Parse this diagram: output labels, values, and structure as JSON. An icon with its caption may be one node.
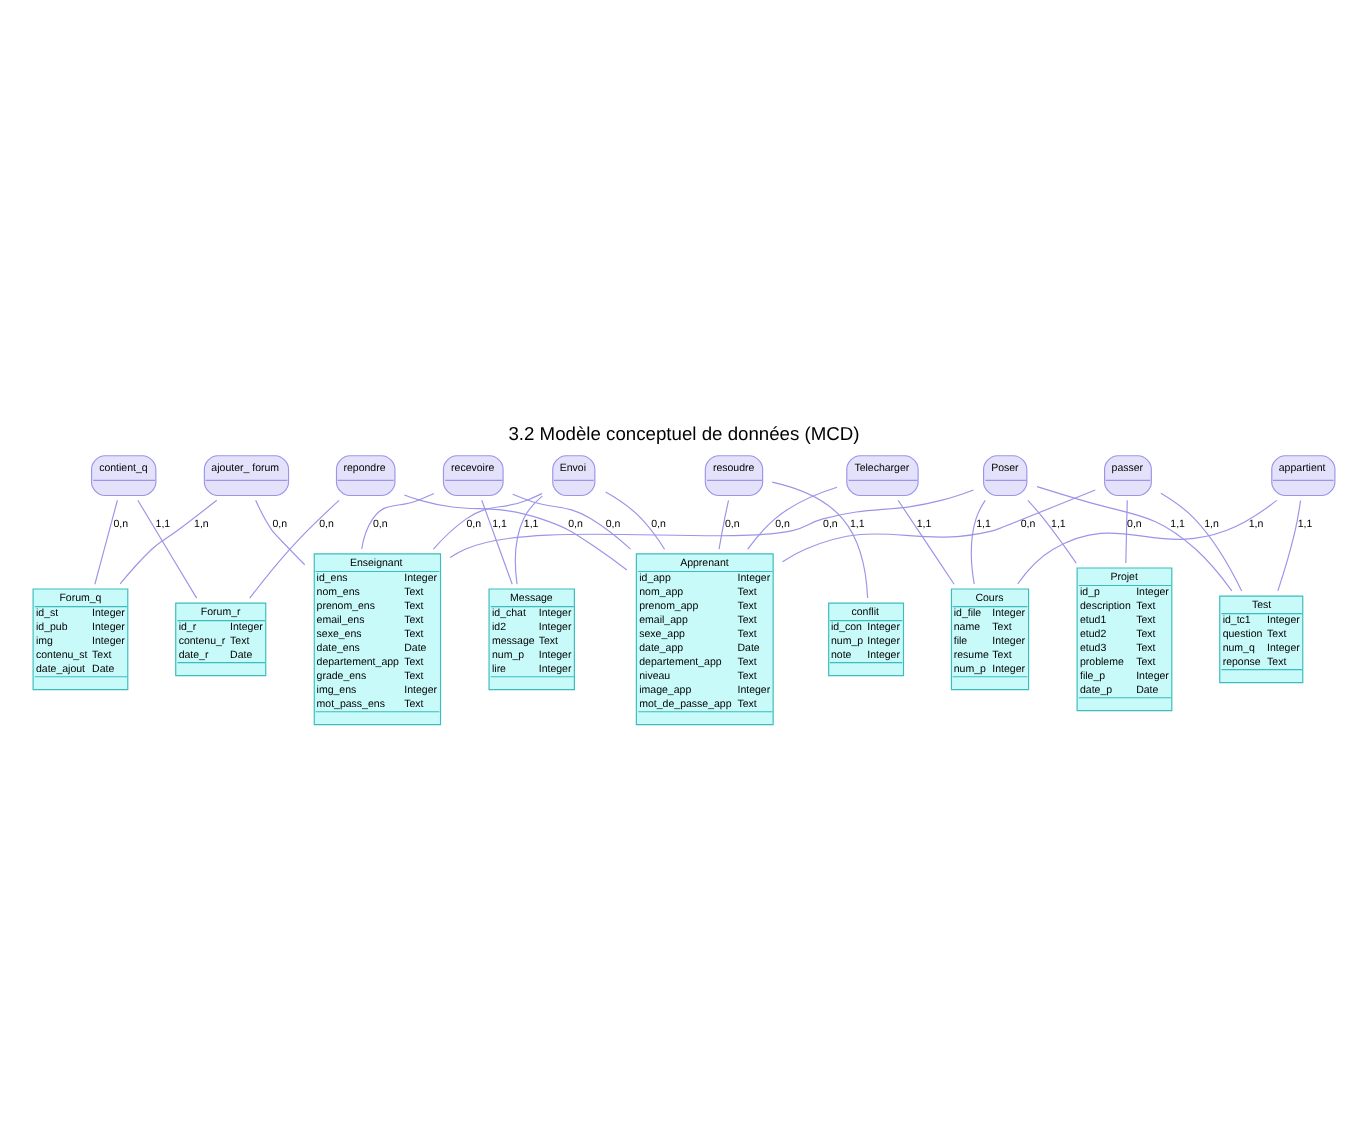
{
  "diagram": {
    "title": "3.2 Modèle conceptuel de données (MCD)",
    "nodes": [
      {
        "text": [
          "Forum_r",
          "id_r",
          "Integer",
          "contenu_r",
          "Text",
          "date_r",
          "Date"
        ]
      },
      {
        "text": [
          "Forum_q",
          "id_st",
          "Integer",
          "id_pub",
          "Integer",
          "img",
          "Integer",
          "contenu_st",
          "Text",
          "date_ajout",
          "Date"
        ]
      },
      {
        "text": [
          "contient_q"
        ]
      },
      {
        "text": [
          "ajouter_ forum"
        ]
      },
      {
        "text": [
          "repondre"
        ]
      },
      {
        "text": [
          "Apprenant",
          "id_app",
          "Integer",
          "nom_app",
          "Text",
          "prenom_app",
          "Text",
          "email_app",
          "Text",
          "sexe_app",
          "Text",
          "date_app",
          "Date",
          "departement_app",
          "Text",
          "niveau",
          "Text",
          "image_app",
          "Integer",
          "mot_de_passe_app",
          "Text"
        ]
      },
      {
        "text": [
          "Envoi"
        ]
      },
      {
        "text": [
          "Enseignant",
          "id_ens",
          "Integer",
          "nom_ens",
          "Text",
          "prenom_ens",
          "Text",
          "email_ens",
          "Text",
          "sexe_ens",
          "Text",
          "date_ens",
          "Date",
          "departement_app",
          "Text",
          "grade_ens",
          "Text",
          "img_ens",
          "Integer",
          "mot_pass_ens",
          "Text"
        ]
      },
      {
        "text": [
          "conflit",
          "id_con",
          "Integer",
          "num_p",
          "Integer",
          "note",
          "Integer"
        ]
      },
      {
        "text": [
          "resoudre"
        ]
      },
      {
        "text": [
          "Message",
          "id_chat",
          "Integer",
          "id2",
          "Integer",
          "message",
          "Text",
          "num_p",
          "Integer",
          "lire",
          "Integer"
        ]
      },
      {
        "text": [
          "Telecharger"
        ]
      },
      {
        "text": [
          "passer"
        ]
      },
      {
        "text": [
          "recevoire"
        ]
      },
      {
        "text": [
          "Poser"
        ]
      },
      {
        "text": [
          "Test",
          "id_tc1",
          "Integer",
          "question",
          "Text",
          "num_q",
          "Integer",
          "reponse",
          "Text"
        ]
      },
      {
        "text": [
          "Projet",
          "id_p",
          "Integer",
          "description",
          "Text",
          "etud1",
          "Text",
          "etud2",
          "Text",
          "etud3",
          "Text",
          "probleme",
          "Text",
          "file_p",
          "Integer",
          "date_p",
          "Date"
        ]
      },
      {
        "text": [
          "Cours",
          "id_file",
          "Integer",
          "name",
          "Text",
          "file",
          "Integer",
          "resume",
          "Text",
          "num_p",
          "Integer"
        ]
      },
      {
        "text": [
          "appartient"
        ]
      }
    ],
    "edges": [
      {
        "from": 4,
        "to": 0,
        "arrow": "none",
        "label": "0,n"
      },
      {
        "from": 4,
        "to": 5,
        "arrow": "none",
        "label": "0,n"
      },
      {
        "from": 2,
        "to": 0,
        "arrow": "none",
        "label": "1,1"
      },
      {
        "from": 2,
        "to": 1,
        "arrow": "none",
        "label": "0,n"
      },
      {
        "from": 3,
        "to": 1,
        "arrow": "none",
        "label": "1,n"
      },
      {
        "from": 3,
        "to": 7,
        "arrow": "none",
        "label": "0,n"
      },
      {
        "from": 6,
        "to": 5,
        "arrow": "none",
        "label": "0,n"
      },
      {
        "from": 6,
        "to": 7,
        "arrow": "none",
        "label": "0,n"
      },
      {
        "from": 6,
        "to": 10,
        "arrow": "none",
        "label": "1,1"
      },
      {
        "from": 9,
        "to": 8,
        "arrow": "none",
        "label": "1,1"
      },
      {
        "from": 9,
        "to": 5,
        "arrow": "none",
        "label": "0,n"
      },
      {
        "from": 11,
        "to": 5,
        "arrow": "none",
        "label": "0,n"
      },
      {
        "from": 11,
        "to": 17,
        "arrow": "none",
        "label": "1,1"
      },
      {
        "from": 12,
        "to": 5,
        "arrow": "none",
        "label": "0,n"
      },
      {
        "from": 12,
        "to": 15,
        "arrow": "none",
        "label": "1,n"
      },
      {
        "from": 12,
        "to": 16,
        "arrow": "none",
        "label": "0,n"
      },
      {
        "from": 13,
        "to": 10,
        "arrow": "none",
        "label": "1,1"
      },
      {
        "from": 13,
        "to": 5,
        "arrow": "none",
        "label": "0,n"
      },
      {
        "from": 13,
        "to": 7,
        "arrow": "none",
        "label": "0,n"
      },
      {
        "from": 14,
        "to": 7,
        "arrow": "none",
        "label": "0,n"
      },
      {
        "from": 14,
        "to": 15,
        "arrow": "none",
        "label": "1,1"
      },
      {
        "from": 14,
        "to": 16,
        "arrow": "none",
        "label": "1,1"
      },
      {
        "from": 14,
        "to": 17,
        "arrow": "none",
        "label": "1,1"
      },
      {
        "from": 18,
        "to": 15,
        "arrow": "none",
        "label": "1,1"
      },
      {
        "from": 18,
        "to": 17,
        "arrow": "none",
        "label": "1,n"
      }
    ]
  }
}
